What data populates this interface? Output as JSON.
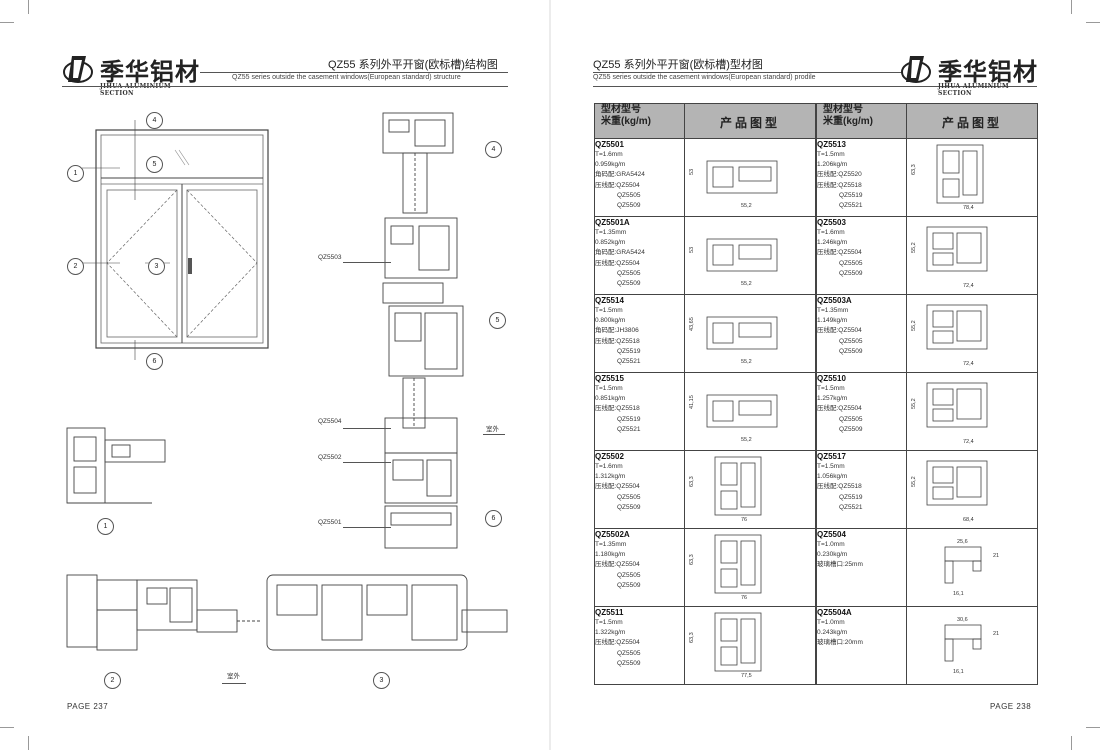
{
  "left_page": {
    "logo_cn": "季华铝材",
    "logo_en": "JIHUA ALUMINIUM SECTION",
    "title_cn": "QZ55 系列外平开窗(欧标槽)结构图",
    "title_en": "QZ55 series outside the casement windows(European standard) structure",
    "page_number": "PAGE  237",
    "callouts": [
      "1",
      "2",
      "3",
      "4",
      "5",
      "6"
    ],
    "section_labels": [
      "QZ5503",
      "QZ5504",
      "QZ5502",
      "QZ5501"
    ],
    "outside_label": "室外"
  },
  "right_page": {
    "logo_cn": "季华铝材",
    "logo_en": "JIHUA ALUMINIUM SECTION",
    "title_cn": "QZ55 系列外平开窗(欧标槽)型材图",
    "title_en": "QZ55 series outside the casement windows(European standard) prodile",
    "page_number": "PAGE  238",
    "table_header_model": "型材型号",
    "table_header_weight": "米重(kg/m)",
    "table_header_image": "产品图型",
    "left_column": [
      {
        "code": "QZ5501",
        "lines": [
          "T=1.6mm",
          "0.959kg/m",
          "角码配:GRA5424",
          "压线配:QZ5504",
          "QZ5505",
          "QZ5509"
        ],
        "dims": [
          "55,2",
          "53"
        ]
      },
      {
        "code": "QZ5501A",
        "lines": [
          "T=1.35mm",
          "0.852kg/m",
          "角码配:GRA5424",
          "压线配:QZ5504",
          "QZ5505",
          "QZ5509"
        ],
        "dims": [
          "55,2",
          "53"
        ]
      },
      {
        "code": "QZ5514",
        "lines": [
          "T=1.5mm",
          "0.800kg/m",
          "角码配:JH3806",
          "压线配:QZ5518",
          "QZ5519",
          "QZ5521"
        ],
        "dims": [
          "55,2",
          "43,65"
        ]
      },
      {
        "code": "QZ5515",
        "lines": [
          "T=1.5mm",
          "0.851kg/m",
          "压线配:QZ5518",
          "QZ5519",
          "QZ5521"
        ],
        "dims": [
          "55,2",
          "41,15"
        ]
      },
      {
        "code": "QZ5502",
        "lines": [
          "T=1.6mm",
          "1.312kg/m",
          "压线配:QZ5504",
          "QZ5505",
          "QZ5509"
        ],
        "dims": [
          "76",
          "63,3"
        ]
      },
      {
        "code": "QZ5502A",
        "lines": [
          "T=1.35mm",
          "1.180kg/m",
          "压线配:QZ5504",
          "QZ5505",
          "QZ5509"
        ],
        "dims": [
          "76",
          "63,3"
        ]
      },
      {
        "code": "QZ5511",
        "lines": [
          "T=1.5mm",
          "1.322kg/m",
          "压线配:QZ5504",
          "QZ5505",
          "QZ5509"
        ],
        "dims": [
          "77,5",
          "63,3"
        ]
      }
    ],
    "right_column": [
      {
        "code": "QZ5513",
        "lines": [
          "T=1.5mm",
          "1.206kg/m",
          "压线配:QZ5520",
          "压线配:QZ5518",
          "QZ5519",
          "QZ5521"
        ],
        "dims": [
          "78,4",
          "63,3"
        ]
      },
      {
        "code": "QZ5503",
        "lines": [
          "T=1.6mm",
          "1.246kg/m",
          "压线配:QZ5504",
          "QZ5505",
          "QZ5509"
        ],
        "dims": [
          "72,4",
          "55,2"
        ]
      },
      {
        "code": "QZ5503A",
        "lines": [
          "T=1.35mm",
          "1.149kg/m",
          "压线配:QZ5504",
          "QZ5505",
          "QZ5509"
        ],
        "dims": [
          "72,4",
          "55,2"
        ]
      },
      {
        "code": "QZ5510",
        "lines": [
          "T=1.5mm",
          "1.257kg/m",
          "压线配:QZ5504",
          "QZ5505",
          "QZ5509"
        ],
        "dims": [
          "72,4",
          "55,2"
        ]
      },
      {
        "code": "QZ5517",
        "lines": [
          "T=1.5mm",
          "1.056kg/m",
          "压线配:QZ5518",
          "QZ5519",
          "QZ5521"
        ],
        "dims": [
          "68,4",
          "55,2"
        ]
      },
      {
        "code": "QZ5504",
        "lines": [
          "T=1.0mm",
          "0.230kg/m",
          "玻璃槽口:25mm"
        ],
        "dims": [
          "25,6",
          "21",
          "16,1"
        ]
      },
      {
        "code": "QZ5504A",
        "lines": [
          "T=1.0mm",
          "0.243kg/m",
          "玻璃槽口:20mm"
        ],
        "dims": [
          "30,6",
          "21",
          "16,1"
        ]
      }
    ]
  }
}
